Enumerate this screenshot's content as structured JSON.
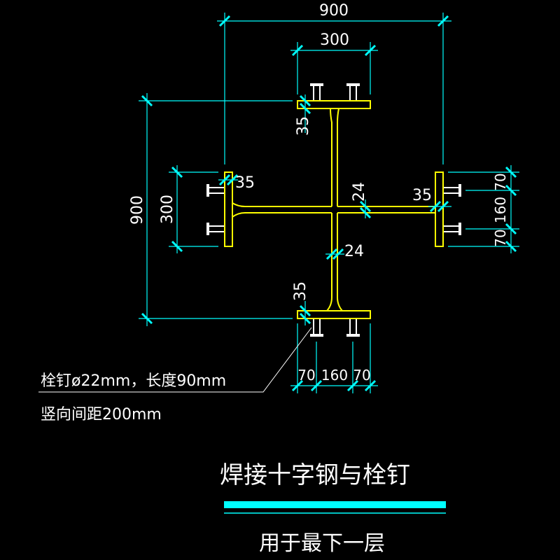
{
  "dimensions": {
    "overall_width": "900",
    "flange_width_top": "300",
    "overall_height": "900",
    "flange_width_left": "300",
    "flange_thk_top": "35",
    "flange_thk_left": "35",
    "flange_thk_right": "35",
    "flange_thk_bottom": "35",
    "web_thk_horizontal": "24",
    "web_thk_vertical": "24",
    "stud_spacing_right_top": "70",
    "stud_spacing_right_mid": "160",
    "stud_spacing_right_bot": "70",
    "stud_spacing_bottom_left": "70",
    "stud_spacing_bottom_mid": "160",
    "stud_spacing_bottom_right": "70"
  },
  "notes": {
    "stud_spec": "栓钉ø22mm，长度90mm",
    "stud_spacing": "竖向间距200mm"
  },
  "title": {
    "main": "焊接十字钢与栓钉",
    "sub": "用于最下一层"
  },
  "colors": {
    "background": "#000000",
    "steel": "#ffff00",
    "dimension": "#00ffff",
    "studs": "#ffffff",
    "title_bar": "#00ffff"
  }
}
